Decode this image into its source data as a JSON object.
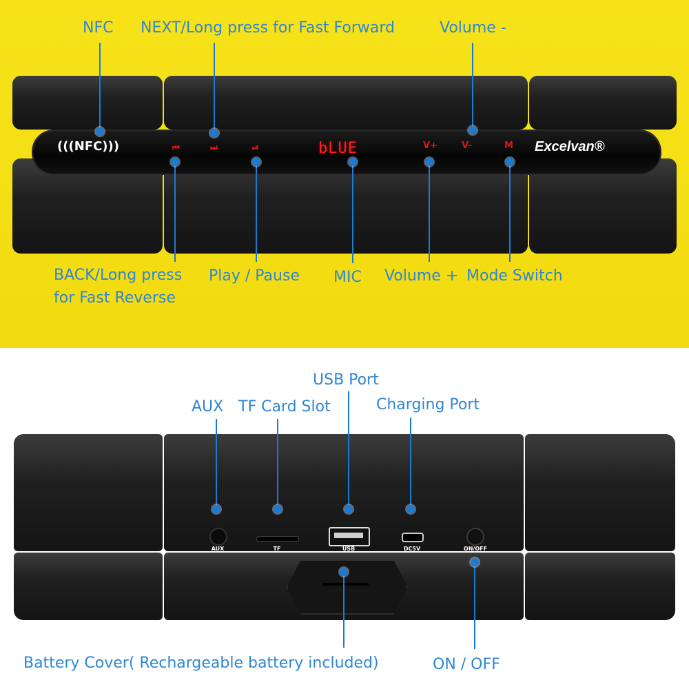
{
  "top": {
    "labels": {
      "nfc": "NFC",
      "next": "NEXT/Long press for Fast Forward",
      "volume_minus": "Volume -",
      "back_line1": "BACK/Long press",
      "back_line2": "for Fast Reverse",
      "play_pause": "Play / Pause",
      "mic": "MIC",
      "volume_plus": "Volume +",
      "mode_switch": "Mode Switch"
    },
    "device": {
      "nfc_mark": "(((NFC)))",
      "display_text": "bLUE",
      "brand": "Excelvan®",
      "btn_back_icon": "⏮",
      "btn_next_icon": "⏭",
      "btn_play_icon": "⏯",
      "btn_vol_plus": "V+",
      "btn_vol_minus": "V-",
      "btn_mode": "M"
    }
  },
  "bottom": {
    "labels": {
      "usb_port": "USB Port",
      "aux": "AUX",
      "tf_slot": "TF Card Slot",
      "charging_port": "Charging Port",
      "battery_cover": "Battery Cover( Rechargeable battery included)",
      "on_off": "ON / OFF"
    },
    "device": {
      "aux_text": "AUX",
      "tf_text": "TF",
      "usb_text": "USB",
      "dc_text": "DC5V",
      "onoff_text": "ON/OFF"
    }
  },
  "colors": {
    "label_blue": "#2f86d3",
    "line_blue": "#1b7ad4",
    "background_yellow": "#f4df14",
    "led_red": "#ff1f1f"
  }
}
